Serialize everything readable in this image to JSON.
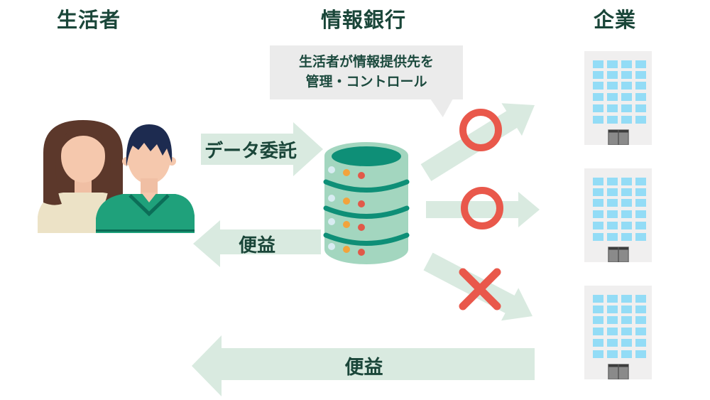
{
  "headers": {
    "consumer": "生活者",
    "bank": "情報銀行",
    "company": "企業"
  },
  "callout": {
    "line1": "生活者が情報提供先を",
    "line2": "管理・コントロール"
  },
  "labels": {
    "data_entrust": "データ委託",
    "benefit_mid": "便益",
    "benefit_bottom": "便益"
  },
  "marks": {
    "allowed": "○",
    "denied": "×"
  },
  "colors": {
    "heading_text": "#1a4639",
    "arrow_fill": "#d9eae0",
    "callout_bg": "#ebebeb",
    "mark_red": "#e9584b",
    "database_light": "#a3d6bf",
    "database_dark": "#0e8f77",
    "building_bg": "#f0efef",
    "window_blue": "#93dcf6",
    "shirt_green": "#1fa17b",
    "hair_brown": "#5c382b",
    "hair_navy": "#1d2b50",
    "skin": "#f5c8ad"
  }
}
